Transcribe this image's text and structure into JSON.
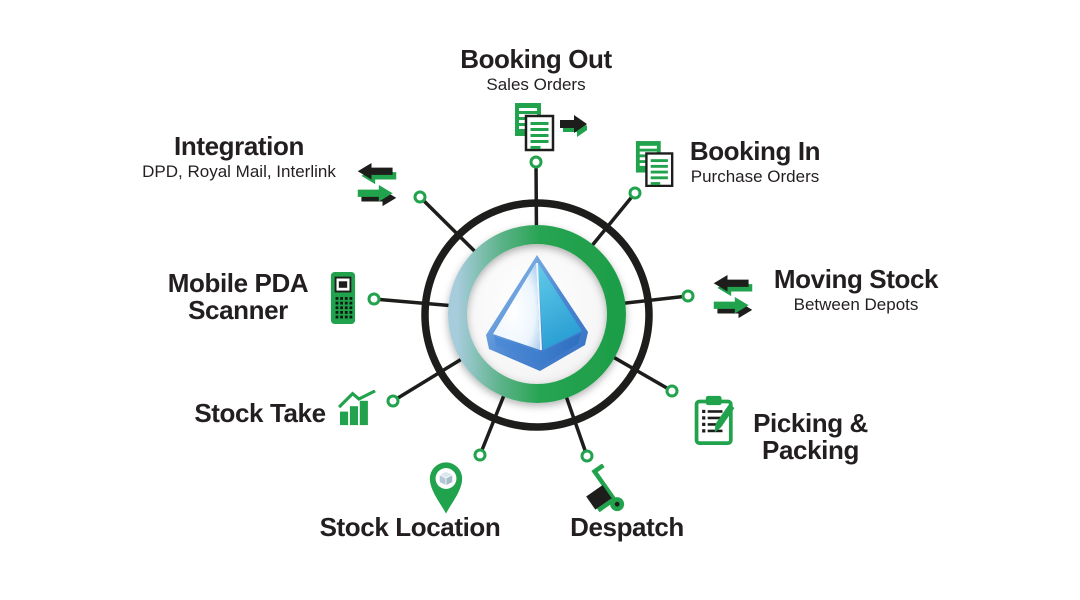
{
  "hub": {
    "logo_name": "prism-pyramid-logo",
    "outer_ring_color": "#1D1D1B",
    "inner_ring_gradient": [
      "#A7CCDC",
      "#5BB287",
      "#21A24C"
    ]
  },
  "colors": {
    "green": "#21A24C",
    "black": "#1D1D1B",
    "text": "#231F20",
    "logo_blue": "#4A86D2",
    "logo_cyan": "#35B5DF"
  },
  "nodes": [
    {
      "id": "booking-out",
      "title": "Booking Out",
      "subtitle": "Sales Orders",
      "icon": "documents-arrow-icon"
    },
    {
      "id": "booking-in",
      "title": "Booking In",
      "subtitle": "Purchase Orders",
      "icon": "documents-icon"
    },
    {
      "id": "moving-stock",
      "title": "Moving Stock",
      "subtitle": "Between Depots",
      "icon": "transfer-arrows-icon"
    },
    {
      "id": "picking-packing",
      "title": "Picking & Packing",
      "subtitle": "",
      "icon": "clipboard-pen-icon"
    },
    {
      "id": "despatch",
      "title": "Despatch",
      "subtitle": "",
      "icon": "hand-truck-icon"
    },
    {
      "id": "stock-location",
      "title": "Stock Location",
      "subtitle": "",
      "icon": "location-pin-icon"
    },
    {
      "id": "stock-take",
      "title": "Stock Take",
      "subtitle": "",
      "icon": "bar-chart-icon"
    },
    {
      "id": "mobile-pda-scanner",
      "title": "Mobile PDA Scanner",
      "subtitle": "",
      "icon": "pda-scanner-icon"
    },
    {
      "id": "integration",
      "title": "Integration",
      "subtitle": "DPD, Royal Mail, Interlink",
      "icon": "transfer-arrows-icon"
    }
  ]
}
